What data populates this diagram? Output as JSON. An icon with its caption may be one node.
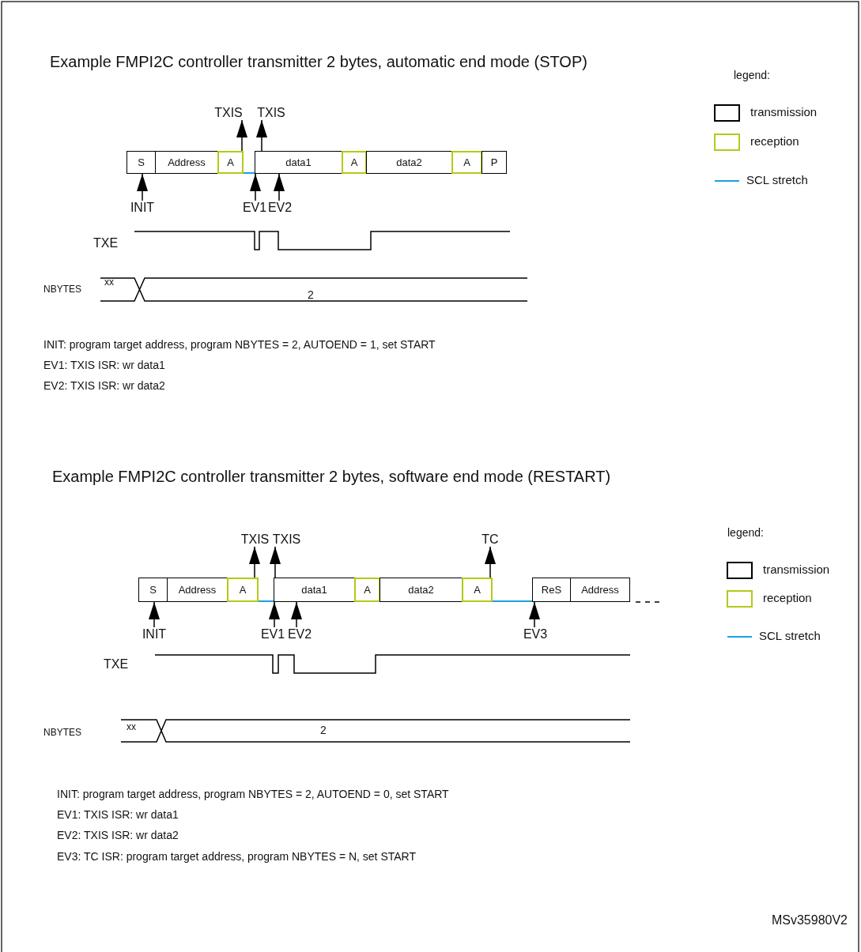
{
  "diagram": {
    "nodes": [
      {
        "text": [
          "TXIS"
        ]
      },
      {
        "text": [
          "TXIS"
        ]
      },
      {
        "text": [
          "S"
        ]
      },
      {
        "text": [
          "Address"
        ]
      },
      {
        "text": [
          "A"
        ]
      },
      {
        "text": [
          "data1"
        ]
      },
      {
        "text": [
          "A"
        ]
      },
      {
        "text": [
          "data2"
        ]
      },
      {
        "text": [
          "A"
        ]
      },
      {
        "text": [
          "P"
        ]
      },
      {
        "text": [
          "INIT"
        ]
      },
      {
        "text": [
          "EV1"
        ]
      },
      {
        "text": [
          "EV2"
        ]
      },
      {
        "text": [
          "TXIS"
        ]
      },
      {
        "text": [
          "TXIS"
        ]
      },
      {
        "text": [
          "TC"
        ]
      },
      {
        "text": [
          "S"
        ]
      },
      {
        "text": [
          "Address"
        ]
      },
      {
        "text": [
          "A"
        ]
      },
      {
        "text": [
          "data1"
        ]
      },
      {
        "text": [
          "A"
        ]
      },
      {
        "text": [
          "data2"
        ]
      },
      {
        "text": [
          "A"
        ]
      },
      {
        "text": [
          "ReS"
        ]
      },
      {
        "text": [
          "Address"
        ]
      },
      {
        "text": [
          "INIT"
        ]
      },
      {
        "text": [
          "EV1"
        ]
      },
      {
        "text": [
          "EV2"
        ]
      },
      {
        "text": [
          "EV3"
        ]
      }
    ],
    "edges": [
      {
        "from": 4,
        "to": 0,
        "arrow": "to"
      },
      {
        "from": 5,
        "to": 1,
        "arrow": "to"
      },
      {
        "from": 4,
        "to": 5,
        "arrow": "none",
        "color": "#1ba1e2"
      },
      {
        "from": 10,
        "to": 2,
        "arrow": "to"
      },
      {
        "from": 11,
        "to": 5,
        "arrow": "to"
      },
      {
        "from": 12,
        "to": 5,
        "arrow": "to"
      },
      {
        "from": 18,
        "to": 13,
        "arrow": "to"
      },
      {
        "from": 19,
        "to": 14,
        "arrow": "to"
      },
      {
        "from": 22,
        "to": 15,
        "arrow": "to"
      },
      {
        "from": 18,
        "to": 19,
        "arrow": "none",
        "color": "#1ba1e2"
      },
      {
        "from": 22,
        "to": 23,
        "arrow": "none",
        "color": "#1ba1e2"
      },
      {
        "from": 25,
        "to": 16,
        "arrow": "to"
      },
      {
        "from": 26,
        "to": 19,
        "arrow": "to"
      },
      {
        "from": 27,
        "to": 19,
        "arrow": "to"
      },
      {
        "from": 28,
        "to": 23,
        "arrow": "to"
      }
    ],
    "labels": [
      "Example FMPI2C controller transmitter 2 bytes, automatic end mode (STOP)",
      "legend:",
      "TXE",
      "NBYTES",
      "xx",
      "2",
      "INIT: program target address, program NBYTES = 2, AUTOEND = 1, set START",
      "EV1: TXIS ISR: wr data1",
      "EV2: TXIS ISR: wr data2",
      "Example FMPI2C controller transmitter 2 bytes, software end mode (RESTART)",
      "legend:",
      "TXE",
      "NBYTES",
      "xx",
      "2",
      "INIT: program target address, program NBYTES = 2, AUTOEND = 0, set START",
      "EV1: TXIS ISR: wr data1",
      "EV2: TXIS ISR: wr data2",
      "EV3: TC ISR: program target address, program NBYTES = N, set START",
      "MSv35980V2"
    ],
    "legend": [
      {
        "text": "transmission",
        "color": "#000000"
      },
      {
        "text": "reception",
        "color": "#b5c918"
      },
      {
        "text": "SCL stretch",
        "color": "#1ba1e2"
      },
      {
        "text": "transmission",
        "color": "#000000"
      },
      {
        "text": "reception",
        "color": "#b5c918"
      },
      {
        "text": "SCL stretch",
        "color": "#1ba1e2"
      }
    ]
  }
}
